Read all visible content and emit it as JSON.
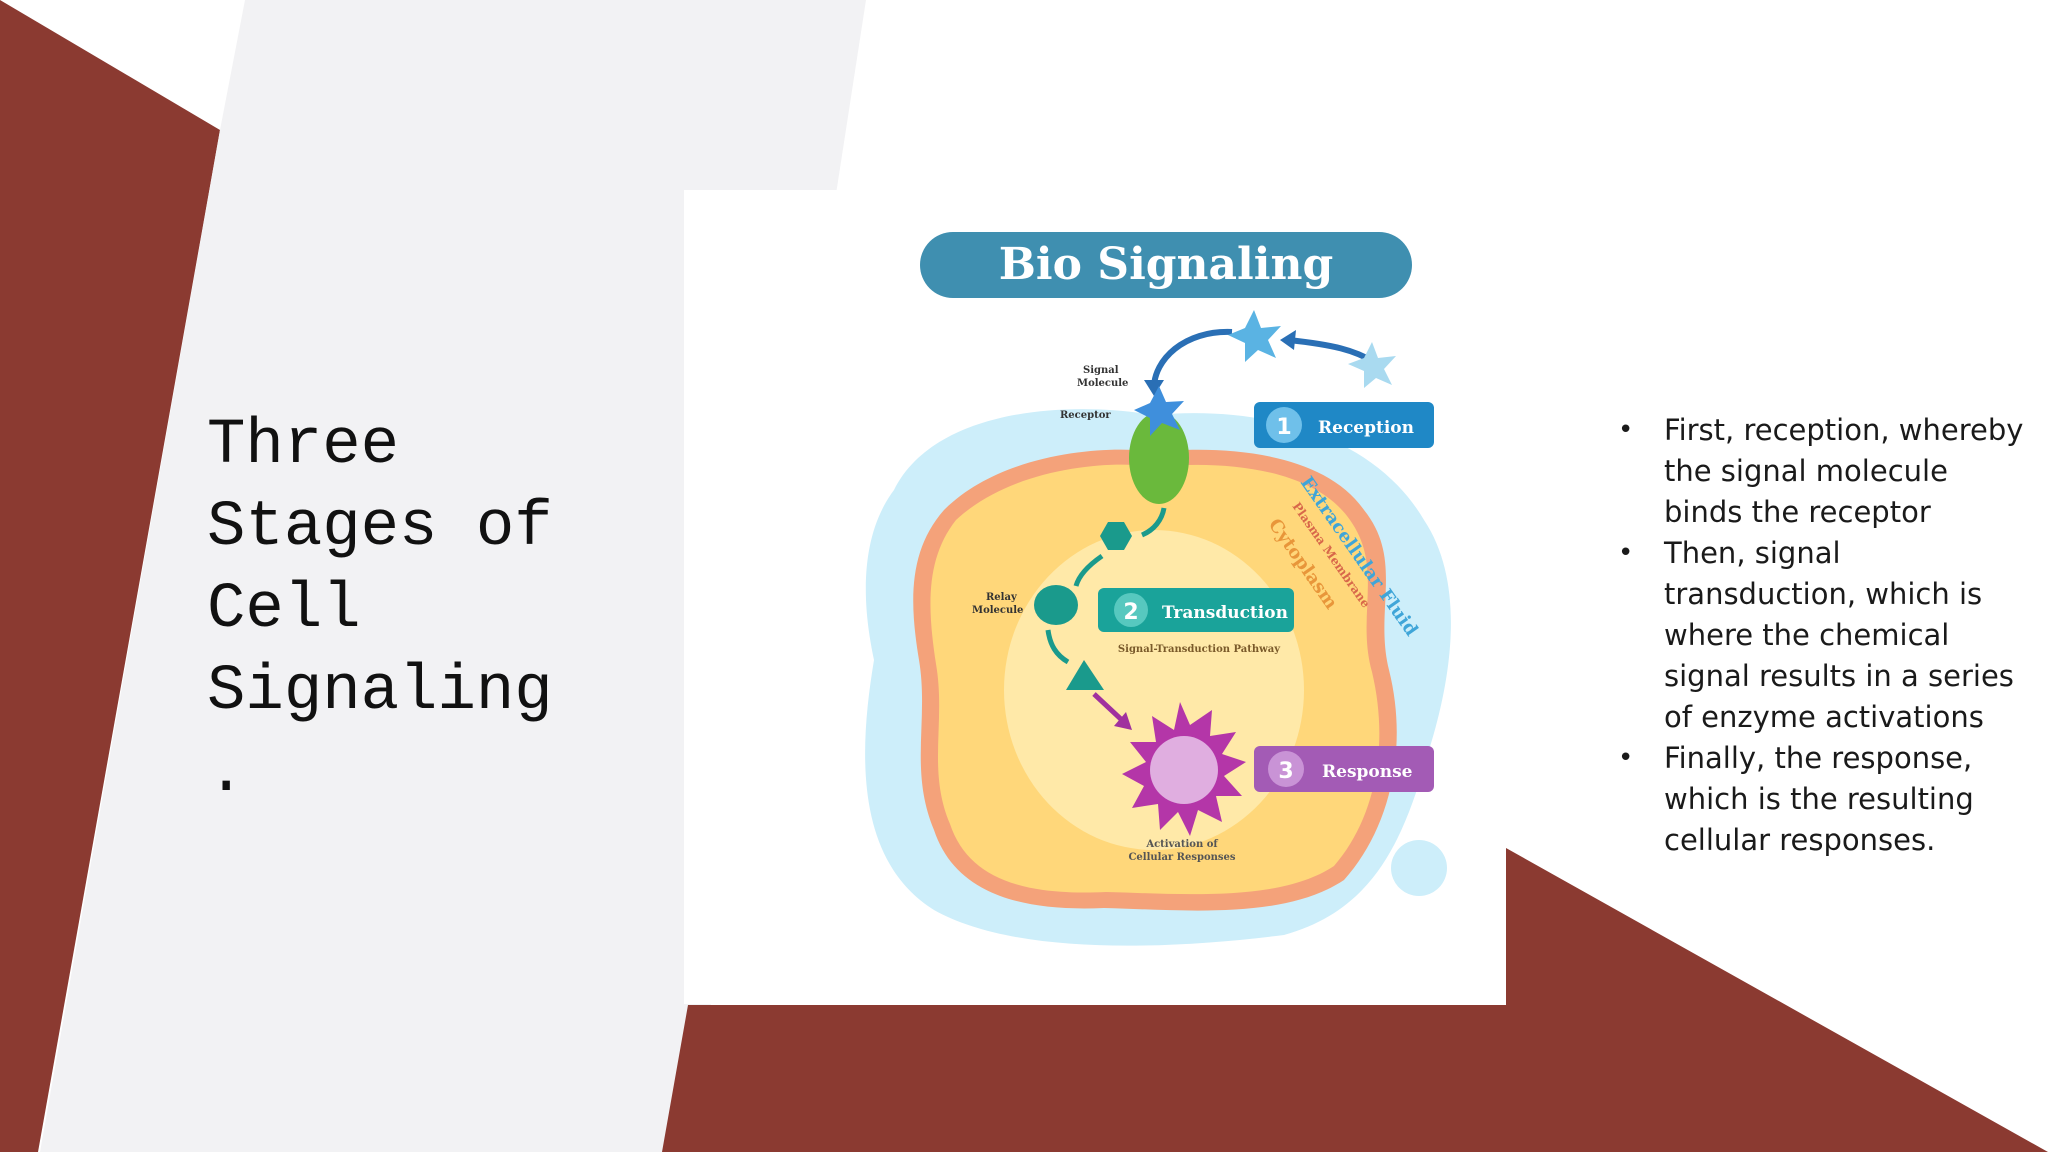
{
  "slide": {
    "title": "Three\nStages of\nCell\nSignaling\n.",
    "bullets": [
      "First, reception, whereby the signal molecule binds the receptor",
      "Then, signal transduction, which is where the chemical signal results in a series of enzyme activations",
      "Finally, the response, which is the resulting cellular responses."
    ],
    "colors": {
      "accent": "#8b3a31",
      "panel": "#f2f2f4",
      "background": "#ffffff"
    }
  },
  "figure": {
    "title": "Bio Signaling",
    "stages": [
      {
        "number": "1",
        "label": "Reception",
        "color": "#1f88c6"
      },
      {
        "number": "2",
        "label": "Transduction",
        "color": "#1aa39a"
      },
      {
        "number": "3",
        "label": "Response",
        "color": "#a35bb5"
      }
    ],
    "labels": {
      "signal_molecule": "Signal\nMolecule",
      "receptor": "Receptor",
      "relay_molecule": "Relay\nMolecule",
      "pathway": "Signal-Transduction Pathway",
      "activation": "Activation of\nCellular Responses",
      "extracellular": "Extracellular Fluid",
      "plasma": "Plasma Membrane",
      "cytoplasm": "Cytoplasm"
    },
    "colors": {
      "header": "#3f8fb0",
      "fluid": "#cdeefa",
      "membrane": "#f4a27a",
      "cytoplasm": "#ffd77a"
    }
  }
}
